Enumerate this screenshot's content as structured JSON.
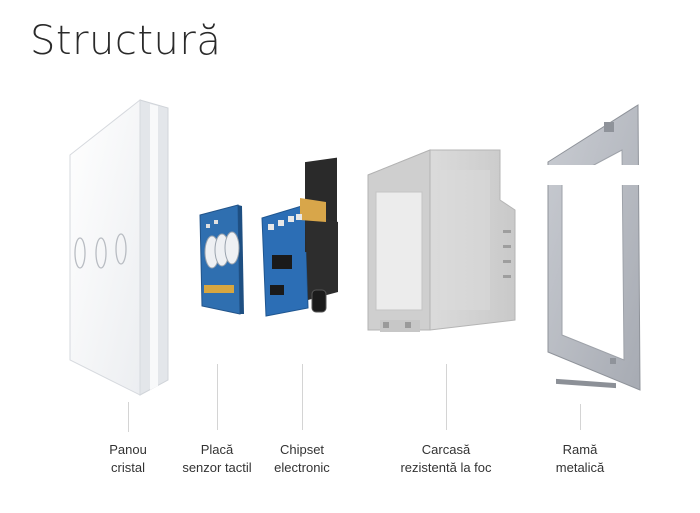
{
  "title": "Structură",
  "components": [
    {
      "line1": "Panou",
      "line2": "cristal"
    },
    {
      "line1": "Placă",
      "line2": "senzor tactil"
    },
    {
      "line1": "Chipset",
      "line2": "electronic"
    },
    {
      "line1": "Carcasă",
      "line2": "rezistentă la foc"
    },
    {
      "line1": "Ramă",
      "line2": "metalică"
    }
  ],
  "colors": {
    "glass": "#f3f4f6",
    "pcb_blue": "#2f6fb0",
    "housing": "#d9d9d9",
    "frame": "#b9bcc3"
  }
}
